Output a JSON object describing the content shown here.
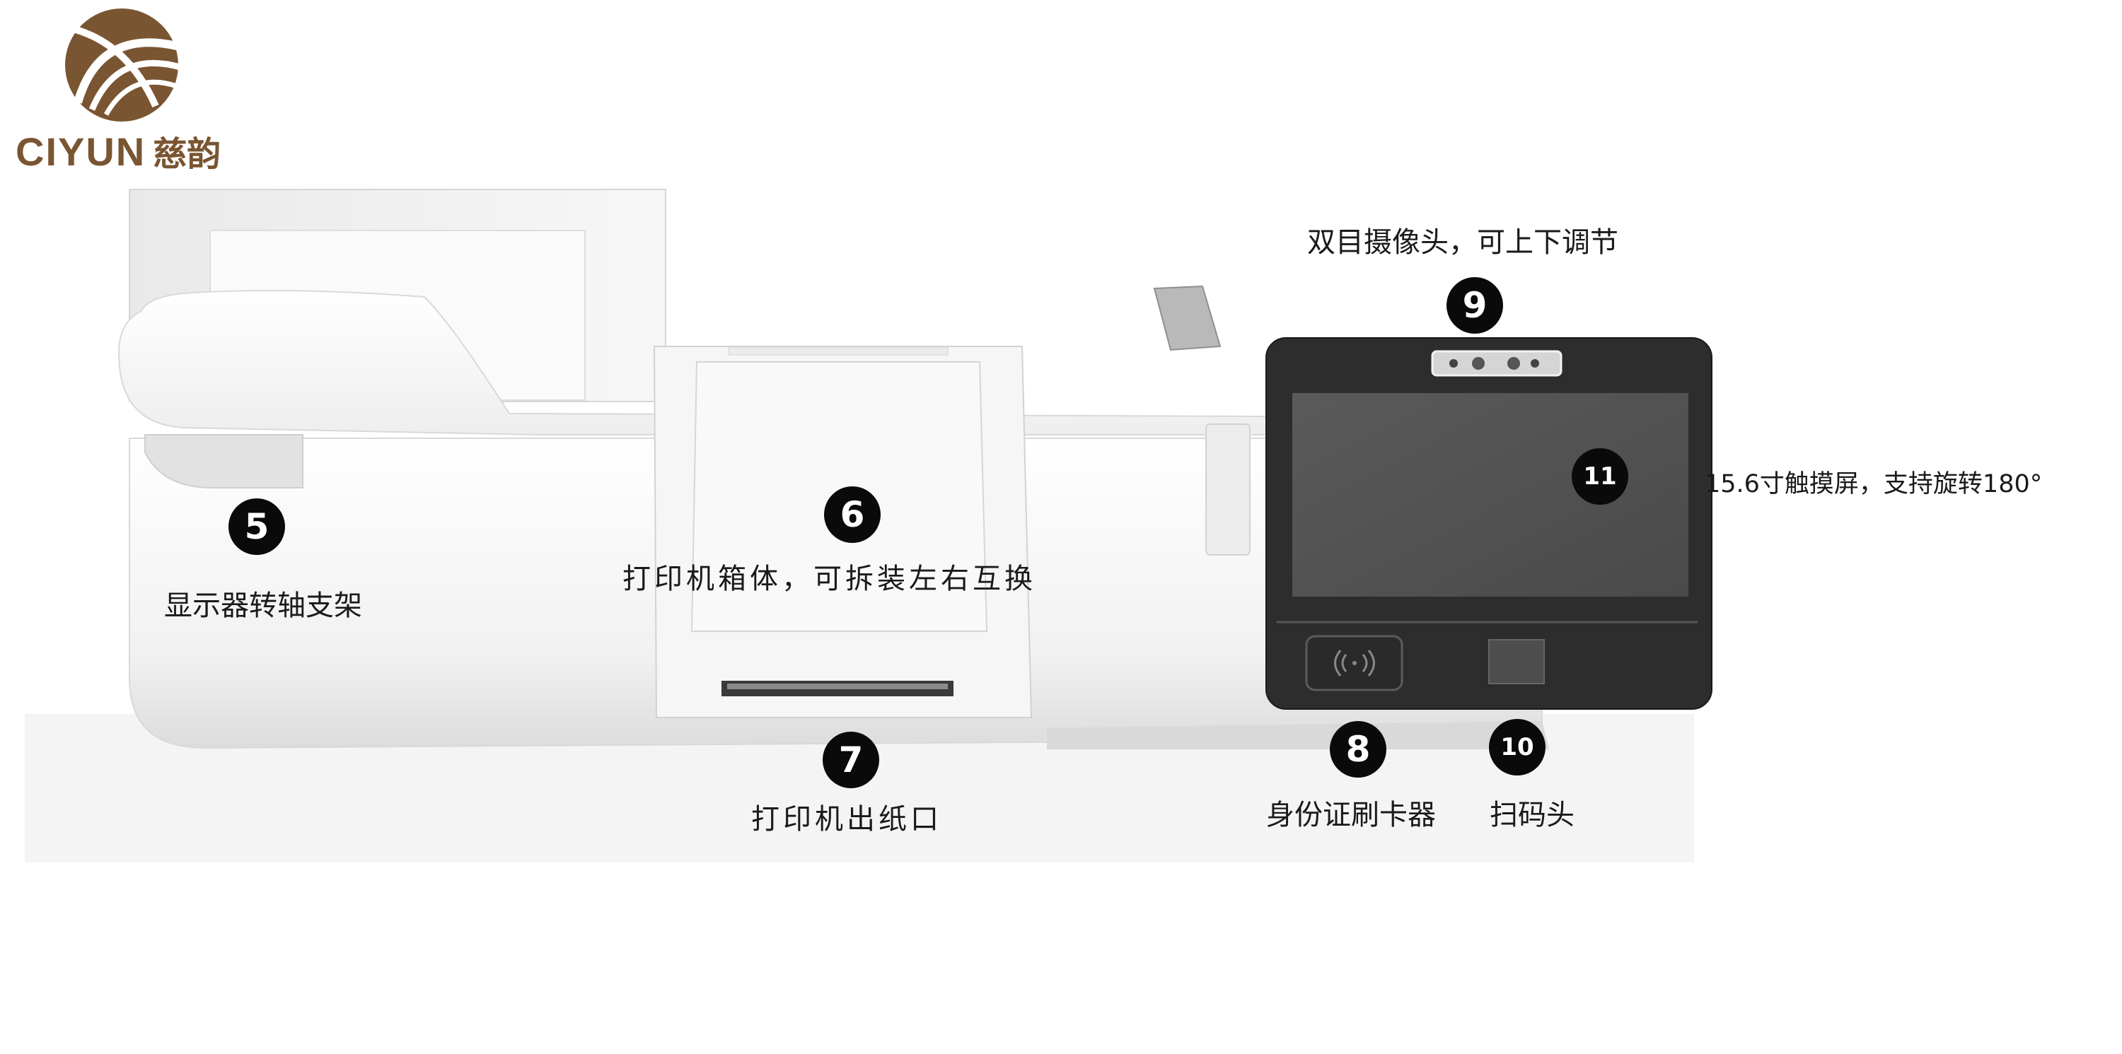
{
  "brand": {
    "name": "CIYUN",
    "name_cn": "慈韵",
    "color": "#7a5532"
  },
  "callouts": [
    {
      "number": "5",
      "label": "显示器转轴支架"
    },
    {
      "number": "6",
      "label": "打印机箱体，可拆装左右互换"
    },
    {
      "number": "7",
      "label": "打印机出纸口"
    },
    {
      "number": "8",
      "label": "身份证刷卡器"
    },
    {
      "number": "9",
      "label": "双目摄像头，可上下调节"
    },
    {
      "number": "10",
      "label": "扫码头"
    },
    {
      "number": "11",
      "label": "15.6寸触摸屏，支持旋转180°"
    }
  ],
  "icons": {
    "logo": "ciyun-logo-icon",
    "card_reader": "contactless-wave-icon",
    "scanner": "scanner-window-icon"
  }
}
